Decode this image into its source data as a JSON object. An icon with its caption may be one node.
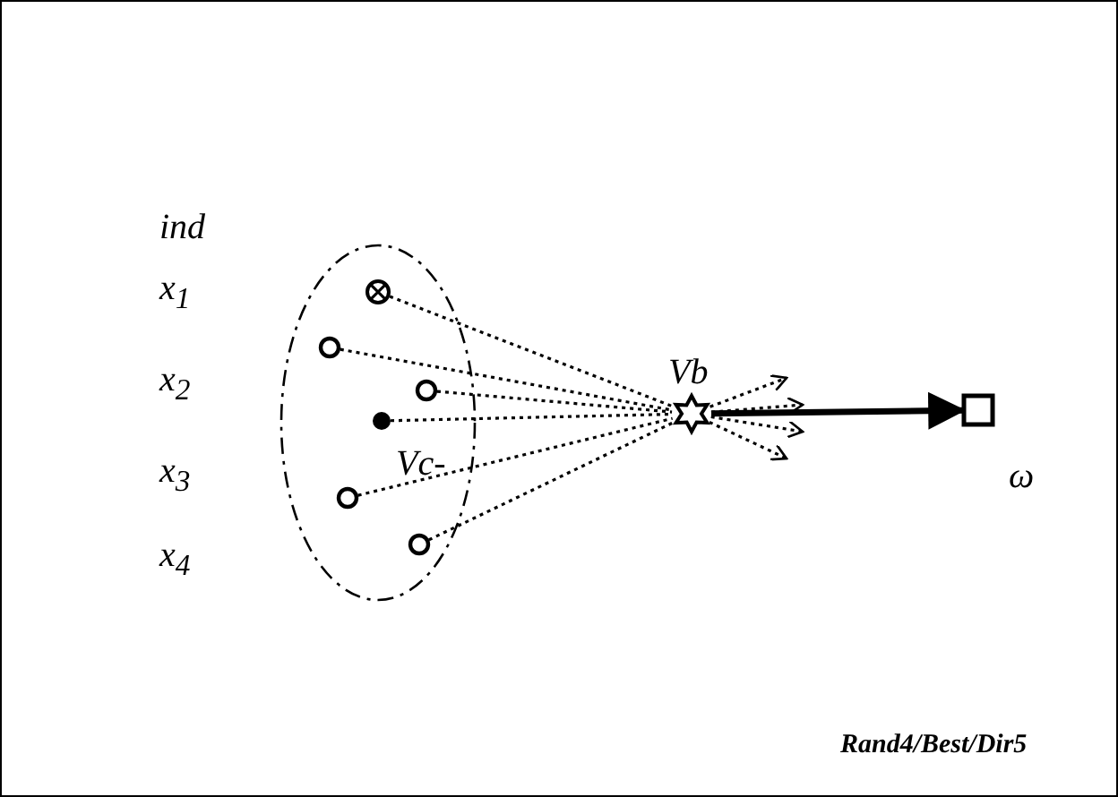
{
  "diagram": {
    "nodes": [
      {
        "text": [],
        "shape": "ellipse"
      },
      {
        "text": [],
        "shape": "crossed-circle",
        "in": 0
      },
      {
        "text": [],
        "shape": "circle",
        "in": 0
      },
      {
        "text": [],
        "shape": "circle",
        "in": 0
      },
      {
        "text": [],
        "shape": "dot",
        "in": 0,
        "beside": [
          "Vc-"
        ]
      },
      {
        "text": [],
        "shape": "circle",
        "in": 0
      },
      {
        "text": [],
        "shape": "circle",
        "in": 0
      },
      {
        "text": [],
        "shape": "star",
        "beside": [
          "Vb"
        ]
      },
      {
        "text": [],
        "shape": "box",
        "beside": [
          "ω"
        ]
      }
    ],
    "edges": [
      {
        "from": 1,
        "to": 7,
        "arrow": "none",
        "style": "dashed"
      },
      {
        "from": 2,
        "to": 7,
        "arrow": "none",
        "style": "dashed"
      },
      {
        "from": 3,
        "to": 7,
        "arrow": "none",
        "style": "dashed"
      },
      {
        "from": 4,
        "to": 7,
        "arrow": "none",
        "style": "dashed"
      },
      {
        "from": 5,
        "to": 7,
        "arrow": "none",
        "style": "dashed"
      },
      {
        "from": 6,
        "to": 7,
        "arrow": "none",
        "style": "dashed"
      },
      {
        "from": 7,
        "to": null,
        "arrow": "to",
        "style": "dashed"
      },
      {
        "from": 7,
        "to": null,
        "arrow": "to",
        "style": "dashed"
      },
      {
        "from": 7,
        "to": null,
        "arrow": "to",
        "style": "dashed"
      },
      {
        "from": 7,
        "to": null,
        "arrow": "to",
        "style": "dashed"
      },
      {
        "from": 7,
        "to": 8,
        "arrow": "to",
        "style": "thick"
      }
    ],
    "labels": [
      "ind",
      "x$_{1}$",
      "x$_{2}$",
      "x$_{3}$",
      "x$_{4}$",
      "Rand4/Best/Dir5"
    ]
  }
}
